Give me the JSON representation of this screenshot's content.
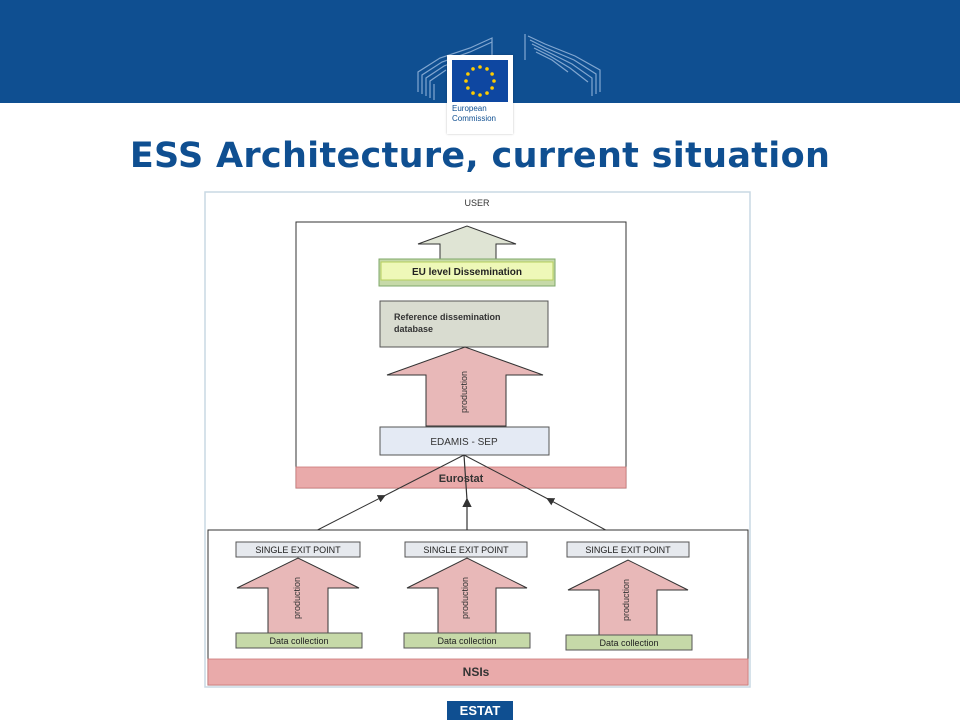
{
  "header": {
    "logo_line1": "European",
    "logo_line2": "Commission"
  },
  "title": "ESS Architecture, current situation",
  "diagram": {
    "user_label": "USER",
    "eu_dissemination": "EU level Dissemination",
    "reference_db_line1": "Reference dissemination",
    "reference_db_line2": "database",
    "production_label": "production",
    "edamis": "EDAMIS - SEP",
    "eurostat": "Eurostat",
    "nsis": "NSIs",
    "nsi_columns": [
      {
        "exit_point": "SINGLE EXIT POINT",
        "production": "production",
        "collection": "Data collection"
      },
      {
        "exit_point": "SINGLE EXIT POINT",
        "production": "production",
        "collection": "Data collection"
      },
      {
        "exit_point": "SINGLE EXIT POINT",
        "production": "production",
        "collection": "Data collection"
      }
    ]
  },
  "footer": {
    "badge": "ESTAT"
  },
  "colors": {
    "brand_blue": "#0f4f91",
    "eu_flag_blue": "#0e47a1",
    "star_yellow": "#ffcc00",
    "production_arrow": "#e8b8b8",
    "band_red": "#e9aaaa",
    "green_box": "#c6d9a8",
    "gray_box": "#d9dcd0",
    "light_blue_box": "#e4eaf4"
  }
}
